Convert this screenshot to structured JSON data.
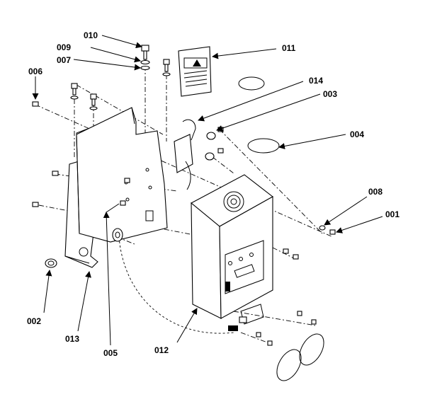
{
  "diagram": {
    "part_labels": [
      {
        "id": "p010",
        "text": "010"
      },
      {
        "id": "p009",
        "text": "009"
      },
      {
        "id": "p007",
        "text": "007"
      },
      {
        "id": "p006",
        "text": "006"
      },
      {
        "id": "p011",
        "text": "011"
      },
      {
        "id": "p014",
        "text": "014"
      },
      {
        "id": "p003",
        "text": "003"
      },
      {
        "id": "p004",
        "text": "004"
      },
      {
        "id": "p008",
        "text": "008"
      },
      {
        "id": "p001",
        "text": "001"
      },
      {
        "id": "p002",
        "text": "002"
      },
      {
        "id": "p013",
        "text": "013"
      },
      {
        "id": "p005",
        "text": "005"
      },
      {
        "id": "p012",
        "text": "012"
      }
    ]
  }
}
